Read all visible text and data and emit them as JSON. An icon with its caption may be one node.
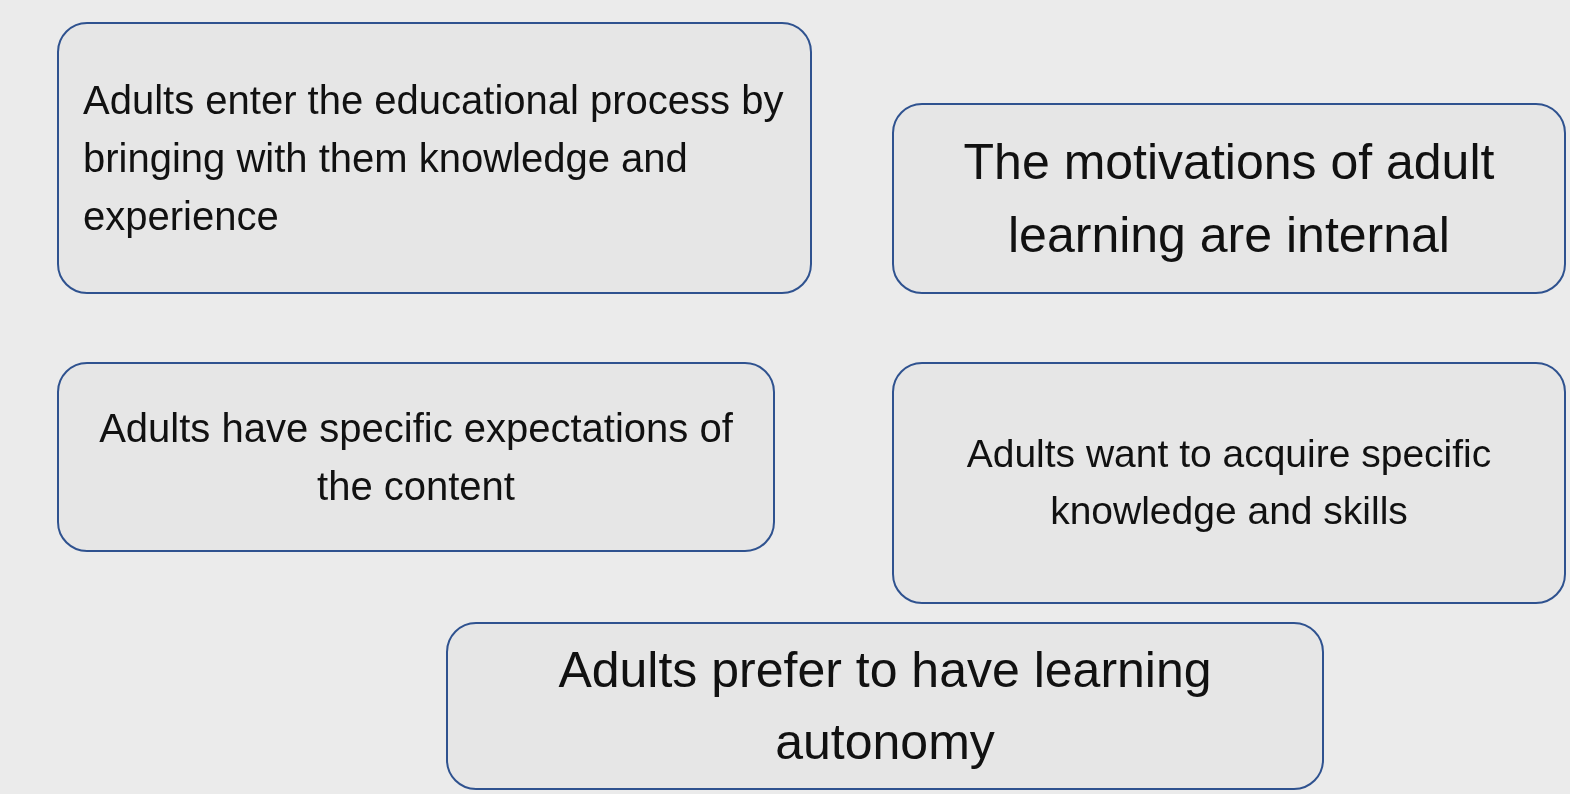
{
  "diagram": {
    "nodes": [
      {
        "text": [
          "Adults enter the educational process by bringing with them knowledge and experience"
        ]
      },
      {
        "text": [
          "The motivations of adult learning are internal"
        ]
      },
      {
        "text": [
          "Adults have specific expectations of the content"
        ]
      },
      {
        "text": [
          "Adults want to acquire specific knowledge and skills"
        ]
      },
      {
        "text": [
          "Adults prefer to have learning autonomy"
        ]
      }
    ]
  }
}
